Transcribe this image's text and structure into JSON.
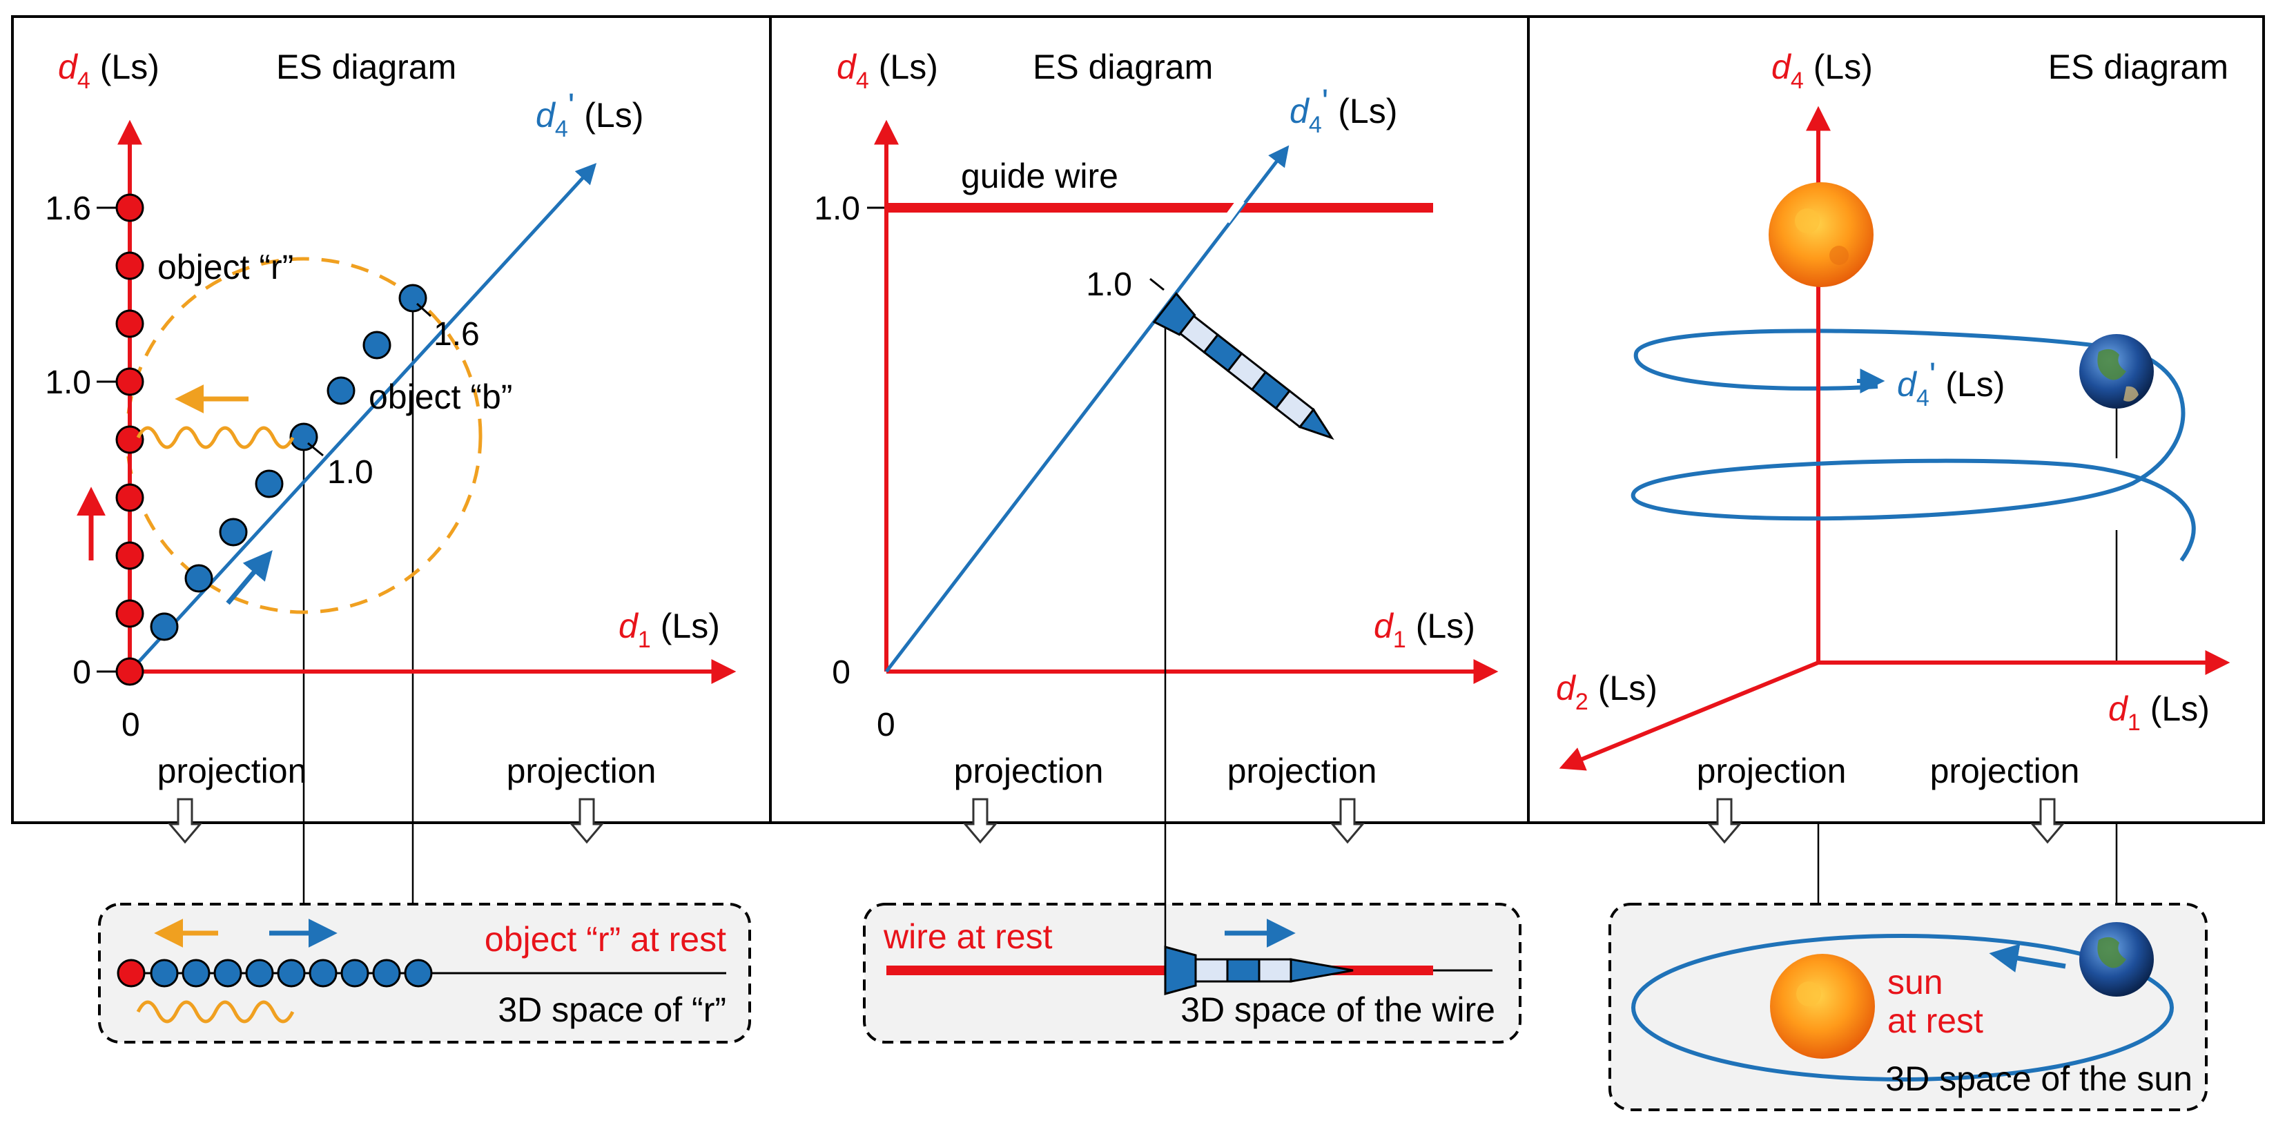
{
  "colors": {
    "red": "#e8131a",
    "blue": "#1f72b8",
    "orange": "#f0a020",
    "panel_border": "#000000",
    "box_fill": "#f2f2f2",
    "stripe": "#dce6f5"
  },
  "axes": {
    "d4": "d",
    "d4_sub": "4",
    "d4p": "d",
    "d4p_sub": "4",
    "prime": "'",
    "d1": "d",
    "d1_sub": "1",
    "d2": "d",
    "d2_sub": "2",
    "unit": "(Ls)"
  },
  "common": {
    "es_title": "ES diagram",
    "projection": "projection"
  },
  "panel1": {
    "ticks_y": [
      "1.6",
      "1.0",
      "0"
    ],
    "tick_x": "0",
    "object_r": "object “r”",
    "object_b": "object “b”",
    "b_label_16": "1.6",
    "b_label_10": "1.0",
    "box_rest": "object “r” at rest",
    "box_space": "3D space of “r”"
  },
  "panel2": {
    "tick_y10": "1.0",
    "tick_y0": "0",
    "tick_x0": "0",
    "guide_wire": "guide wire",
    "rocket_label": "1.0",
    "box_rest": "wire at rest",
    "box_space": "3D space of the wire"
  },
  "panel3": {
    "box_sun_line1": "sun",
    "box_sun_line2": "at rest",
    "box_space": "3D space of the sun"
  },
  "icons": [
    "sun-icon",
    "earth-icon",
    "rocket-icon",
    "projection-arrow-icon",
    "wave-icon"
  ]
}
